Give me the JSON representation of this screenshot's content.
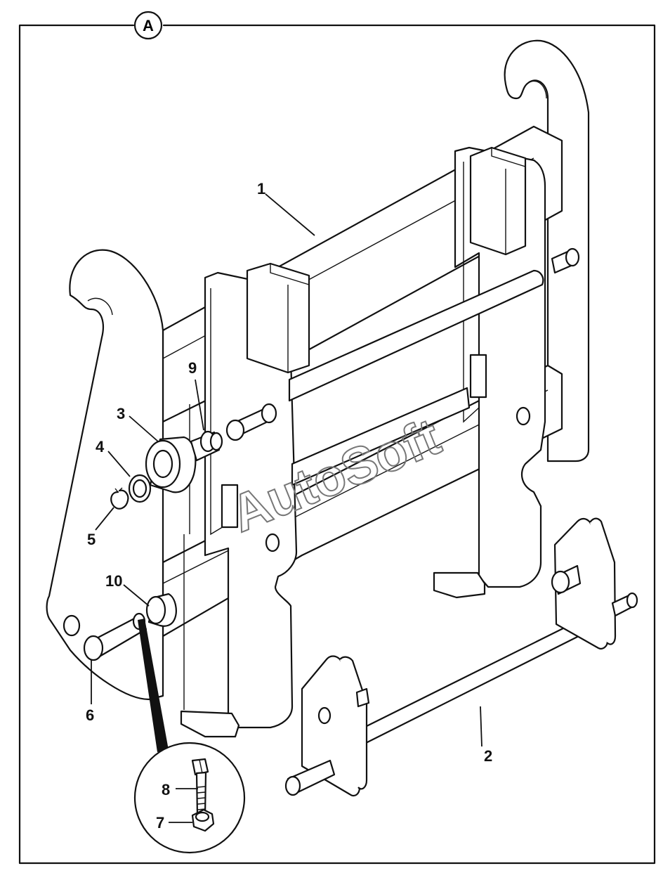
{
  "view_label": "A",
  "watermark": "AutoSoft",
  "callouts": {
    "c1": "1",
    "c2": "2",
    "c3": "3",
    "c4": "4",
    "c5": "5",
    "c6": "6",
    "c7": "7",
    "c8": "8",
    "c9": "9",
    "c10": "10"
  },
  "colors": {
    "line": "#111111",
    "paper": "#ffffff",
    "watermark": "#777777"
  }
}
